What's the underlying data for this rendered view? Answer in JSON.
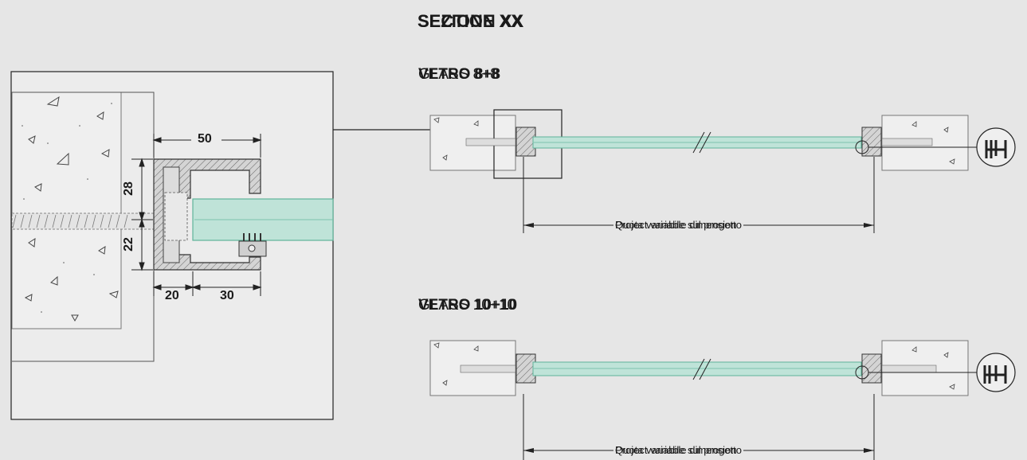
{
  "title": {
    "line_a": "SEZIONE XX",
    "line_b": "SECTION XX"
  },
  "glass_1": {
    "label_a": "VETRO 8+8",
    "label_b": "GLASS 8+8"
  },
  "glass_2": {
    "label_a": "VETRO 10+10",
    "label_b": "GLASS 10+10"
  },
  "quota": {
    "text_a": "Quota variabile sul progetto",
    "text_b": "Project variable dimension"
  },
  "dimensions": {
    "width_top": "50",
    "height_upper": "28",
    "height_lower": "22",
    "width_left": "20",
    "width_right": "30"
  },
  "colors": {
    "background": "#e6e6e6",
    "glass": "#bfe3d8",
    "glass_stroke": "#5fb39a",
    "concrete": "#eeeeee",
    "profile": "#d9d9d9",
    "line": "#222222"
  }
}
